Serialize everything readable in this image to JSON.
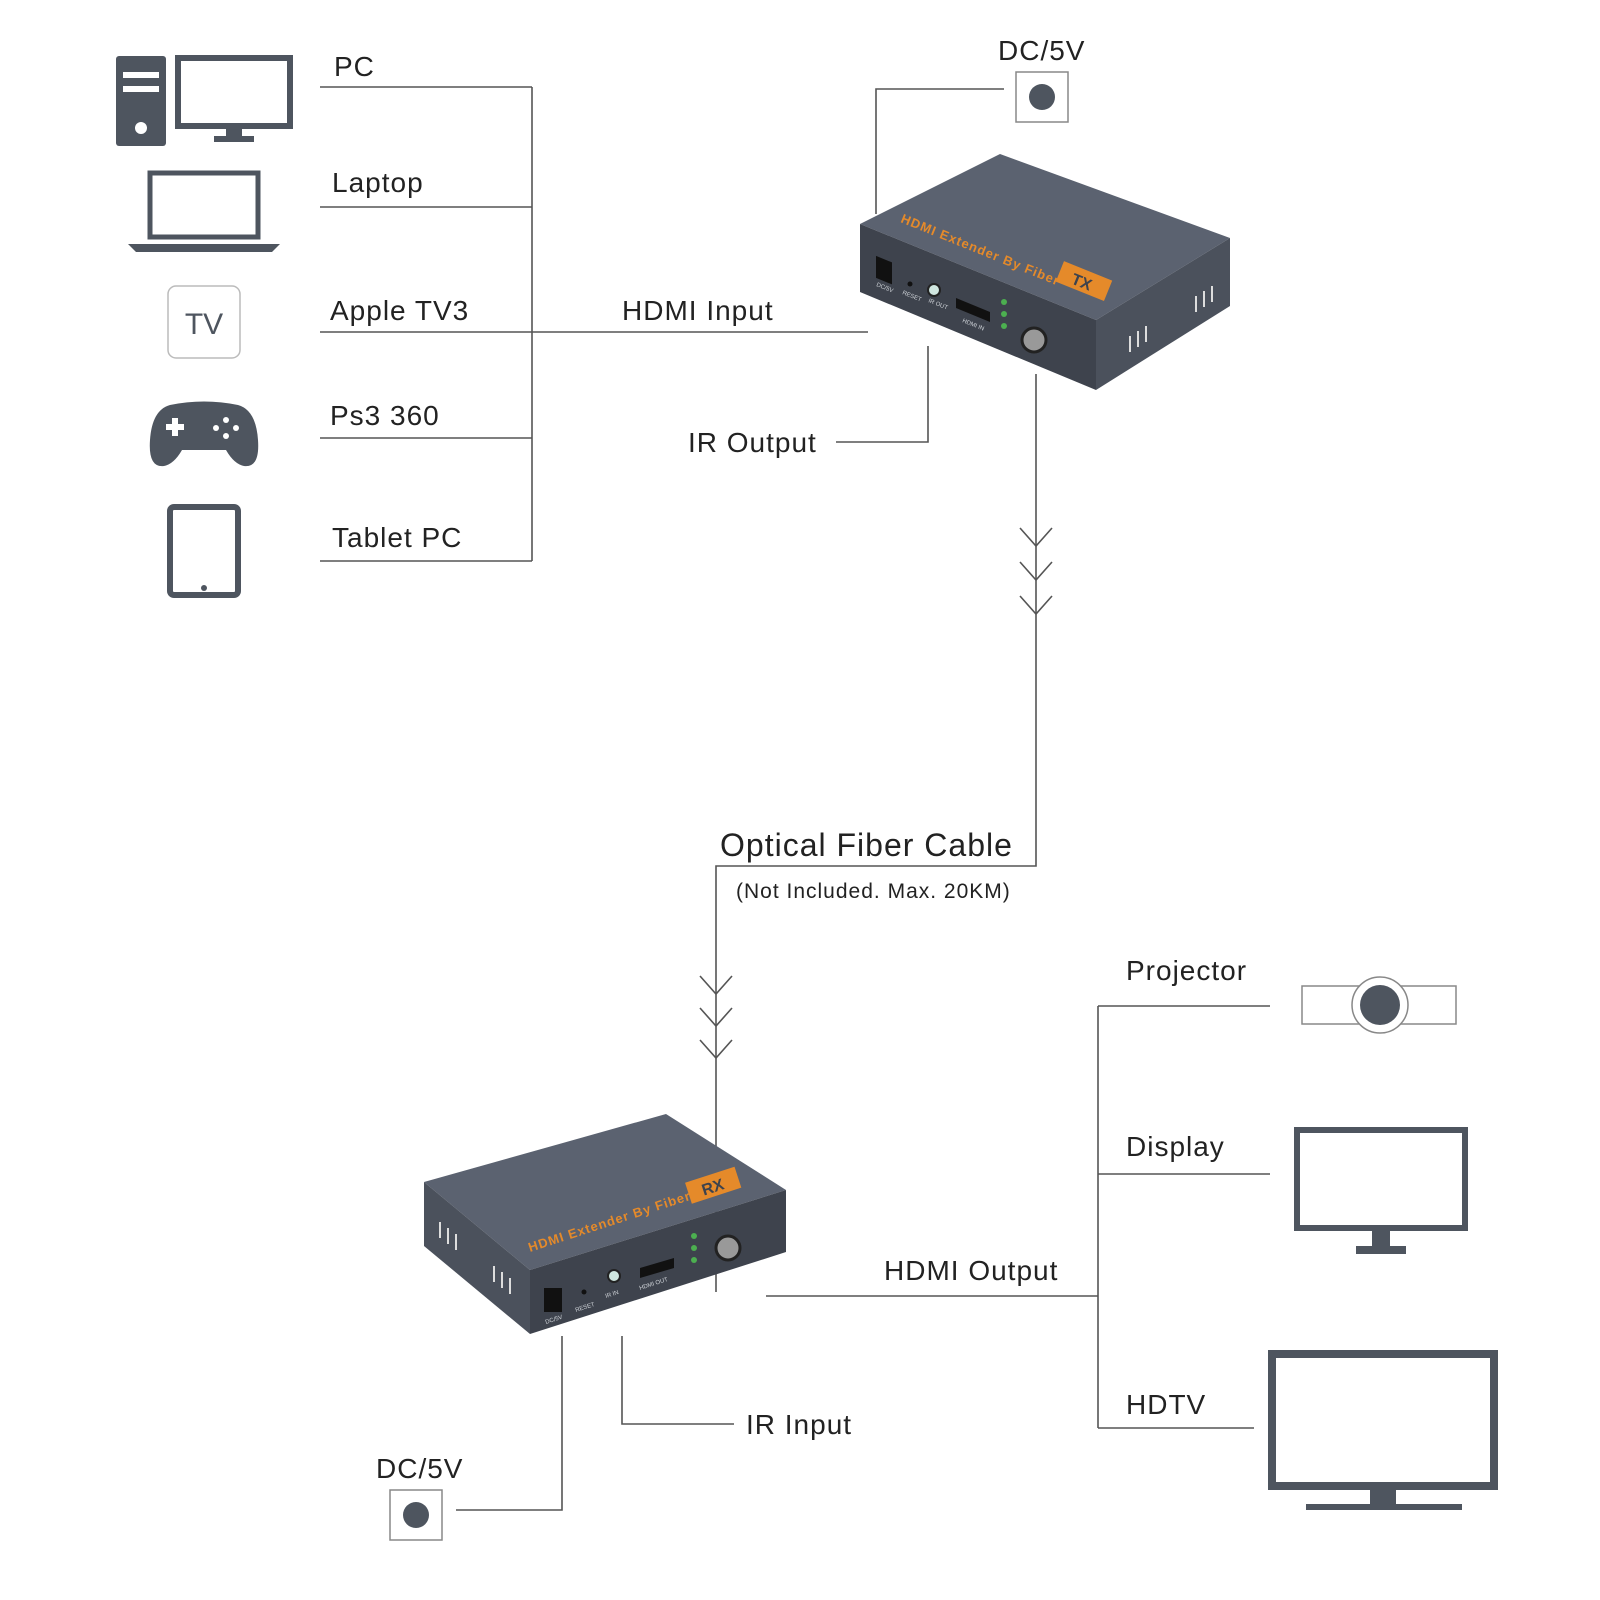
{
  "sources": {
    "pc": "PC",
    "laptop": "Laptop",
    "appletv": "Apple TV3",
    "ps3": "Ps3 360",
    "tablet": "Tablet PC",
    "tv_badge": "TV"
  },
  "transmitter": {
    "hdmi_input": "HDMI Input",
    "ir_output": "IR Output",
    "power": "DC/5V",
    "brand_text": "HDMI Extender By Fiber",
    "unit_tag": "TX",
    "port_dc": "DC/5V",
    "port_reset": "RESET",
    "port_ir": "IR OUT",
    "port_hdmi": "HDMI IN"
  },
  "cable": {
    "title": "Optical Fiber Cable",
    "note": "(Not Included. Max. 20KM)"
  },
  "receiver": {
    "hdmi_output": "HDMI Output",
    "ir_input": "IR Input",
    "power": "DC/5V",
    "brand_text": "HDMI Extender By Fiber",
    "unit_tag": "RX",
    "port_dc": "DC/5V",
    "port_reset": "RESET",
    "port_ir": "IR IN",
    "port_hdmi": "HDMI OUT"
  },
  "outputs": {
    "projector": "Projector",
    "display": "Display",
    "hdtv": "HDTV"
  },
  "colors": {
    "icon": "#4e555f",
    "device_body": "#4a505b",
    "device_accent": "#e58a2a",
    "wire": "#555555"
  }
}
